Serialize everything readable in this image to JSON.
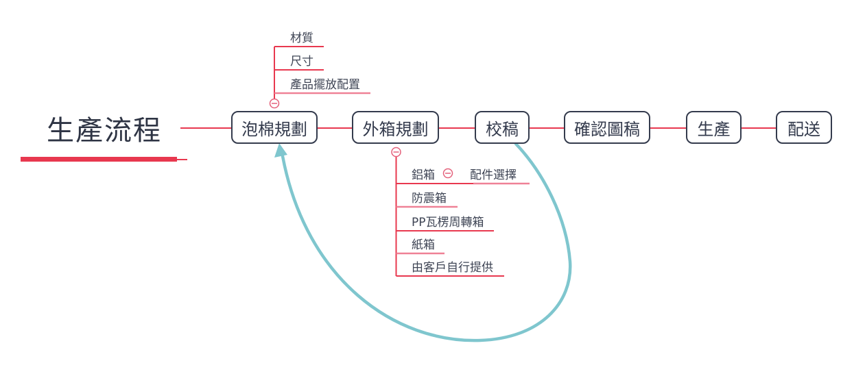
{
  "title": "生產流程",
  "colors": {
    "branch_crimson": "#e8384f",
    "branch_pink": "#ef8196",
    "node_border_navy": "#343b4d",
    "node_text_navy": "#333a4c",
    "relationship_teal": "#7fc6ce",
    "label_text": "#3e4454",
    "collapse_icon_red": "#e4607a"
  },
  "main_flow": {
    "nodes": [
      {
        "label": "泡棉規劃"
      },
      {
        "label": "外箱規劃"
      },
      {
        "label": "校稿"
      },
      {
        "label": "確認圖稿"
      },
      {
        "label": "生產"
      },
      {
        "label": "配送"
      }
    ]
  },
  "foam_branch": {
    "items": [
      {
        "label": "材質"
      },
      {
        "label": "尺寸"
      },
      {
        "label": "產品擺放配置"
      }
    ]
  },
  "box_branch": {
    "items": [
      {
        "label": "鋁箱"
      },
      {
        "label": "防震箱"
      },
      {
        "label": "PP瓦楞周轉箱"
      },
      {
        "label": "紙箱"
      },
      {
        "label": "由客戶自行提供"
      }
    ],
    "collapsed_child": {
      "label": "配件選擇"
    }
  },
  "icons": {
    "collapse": "minus-in-circle"
  }
}
